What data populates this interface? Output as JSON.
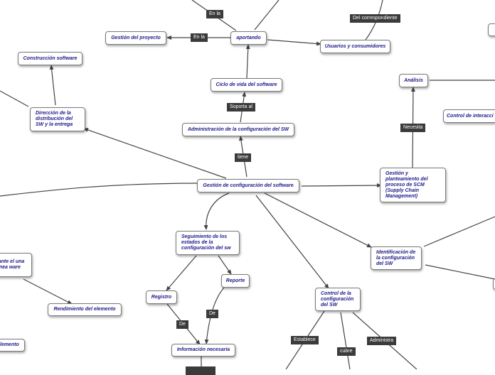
{
  "nodes": {
    "gestion_proyecto": "Gestión del proyecto",
    "aportando": "aportando",
    "usuarios": "Usuarios y consumidores",
    "construccion": "Construcción software",
    "direccion": "Dirección de la distribución del SW y la entrega",
    "ciclo": "Ciclo de vida del software",
    "administracion": "Administración de la configuración del SW",
    "gestion_config": "Gestión de configuración del software",
    "analisis": "Análisis",
    "control_interaccion": "Control de interacci",
    "scm": "Gestión y planteamiento del proceso de SCM (Supply Chain Management)",
    "identificacion": "Identificación de la configuración del SW",
    "seguimiento": "Seguimiento de los estados de la configuración del sw",
    "registro": "Registro",
    "reporte": "Reporte",
    "informacion": "Información necesaria",
    "control_config": "Control de la configuración del SW",
    "rendimiento": "Rendimiento del elemento",
    "durante": "rante el una línea ware",
    "elemento": "lemento"
  },
  "labels": {
    "en_la_top": "En la",
    "en_la": "En la",
    "del_correspondiente": "Del correspondiente",
    "soporta_al": "Soporta al",
    "tiene": "tiene",
    "necesita": "Necesita",
    "de_1": "De",
    "de_2": "De",
    "establece": "Establece",
    "cubre": "cubre",
    "administra": "Administra"
  },
  "colors": {
    "node_text": "#1f1a8a",
    "label_bg": "#3b3b3b",
    "edge": "#444444"
  }
}
